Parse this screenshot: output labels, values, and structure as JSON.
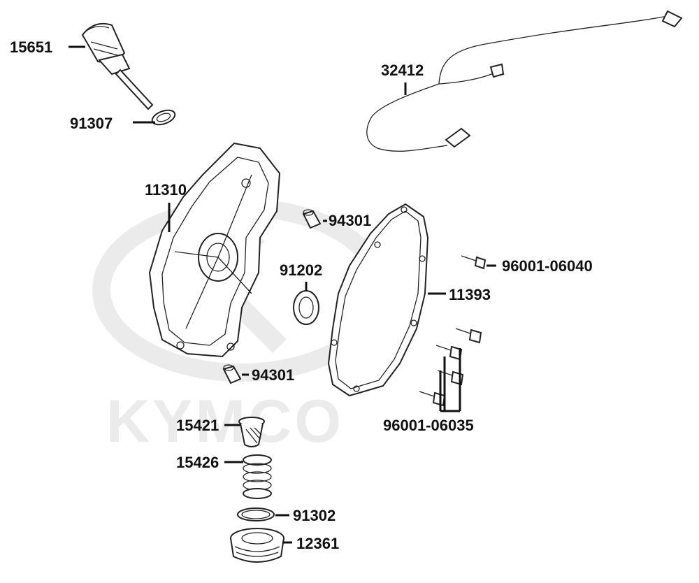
{
  "watermark": {
    "brand": "KYMCO",
    "color": "#ebebeb"
  },
  "labels": {
    "p15651": "15651",
    "p91307": "91307",
    "p32412": "32412",
    "p11310": "11310",
    "p94301_top": "94301",
    "p96001_06040": "96001-06040",
    "p91202": "91202",
    "p11393": "11393",
    "p94301_bottom": "94301",
    "p96001_06035": "96001-06035",
    "p15421": "15421",
    "p15426": "15426",
    "p91302": "91302",
    "p12361": "12361"
  }
}
